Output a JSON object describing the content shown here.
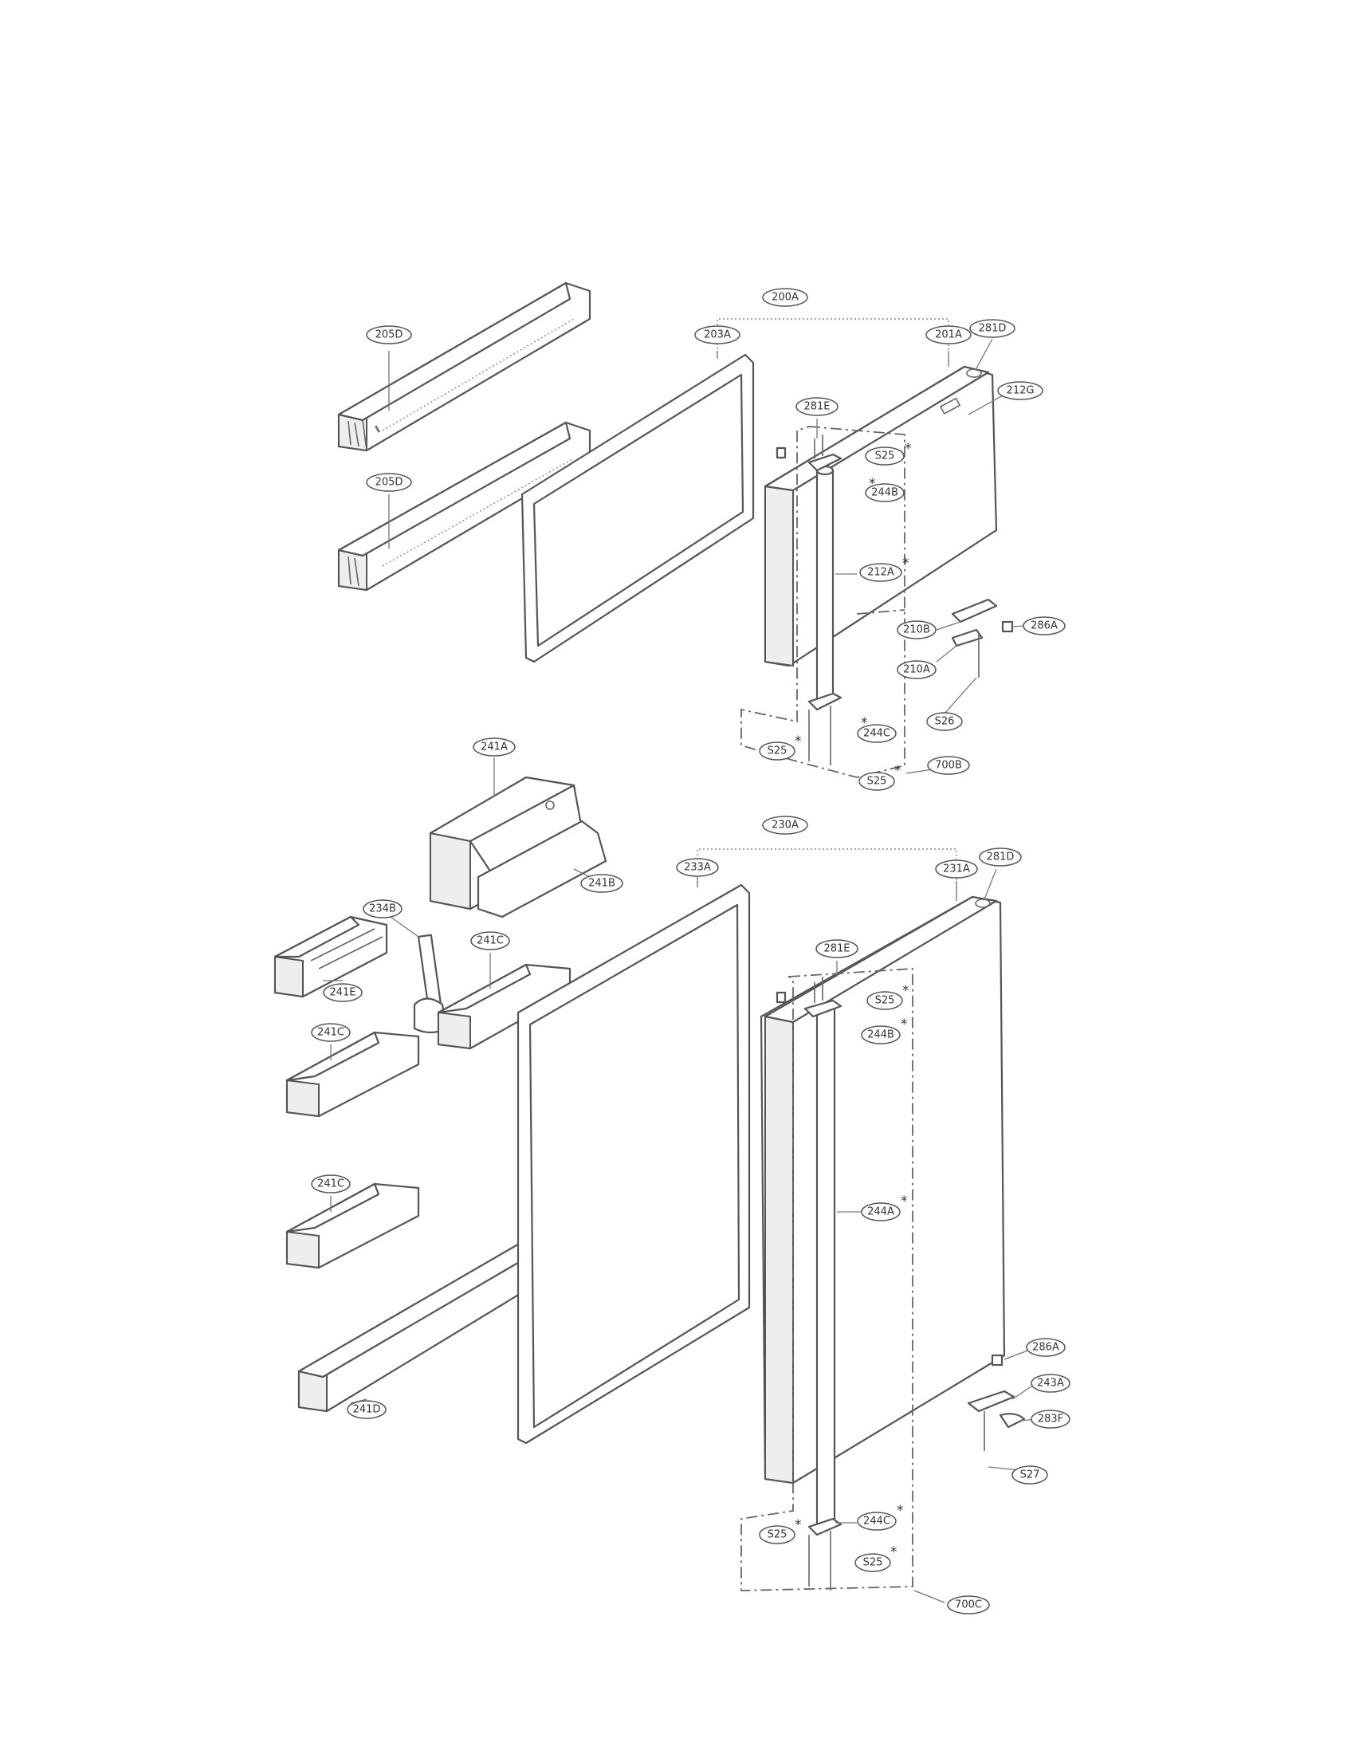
{
  "labels": {
    "l200A": "200A",
    "l203A": "203A",
    "l201A": "201A",
    "l281D_top": "281D",
    "l205D_a": "205D",
    "l205D_b": "205D",
    "l212G": "212G",
    "l281E_top": "281E",
    "l244B_top": "244B",
    "l212A": "212A",
    "l210B": "210B",
    "l286A_top": "286A",
    "l210A": "210A",
    "l526": "S26",
    "l244C_top": "244C",
    "l700B": "700B",
    "l241A": "241A",
    "l234B": "234B",
    "l241B": "241B",
    "l230A": "230A",
    "l233A": "233A",
    "l231A": "231A",
    "l281D_bot": "281D",
    "l241E": "241E",
    "l241C_a": "241C",
    "l241C_b": "241C",
    "l241C_c": "241C",
    "l281E_bot": "281E",
    "l244B_bot": "244B",
    "l244A": "244A",
    "l241D": "241D",
    "l286A_bot": "286A",
    "l243A": "243A",
    "l283F": "283F",
    "l527": "S27",
    "l244C_bot": "244C",
    "l700C": "700C",
    "s25_a": "S25",
    "s25_b": "S25",
    "s25_c": "S25",
    "s25_d": "S25",
    "s25_e": "S25",
    "s25_f": "S25"
  },
  "marks": {
    "asterisk": "*"
  }
}
